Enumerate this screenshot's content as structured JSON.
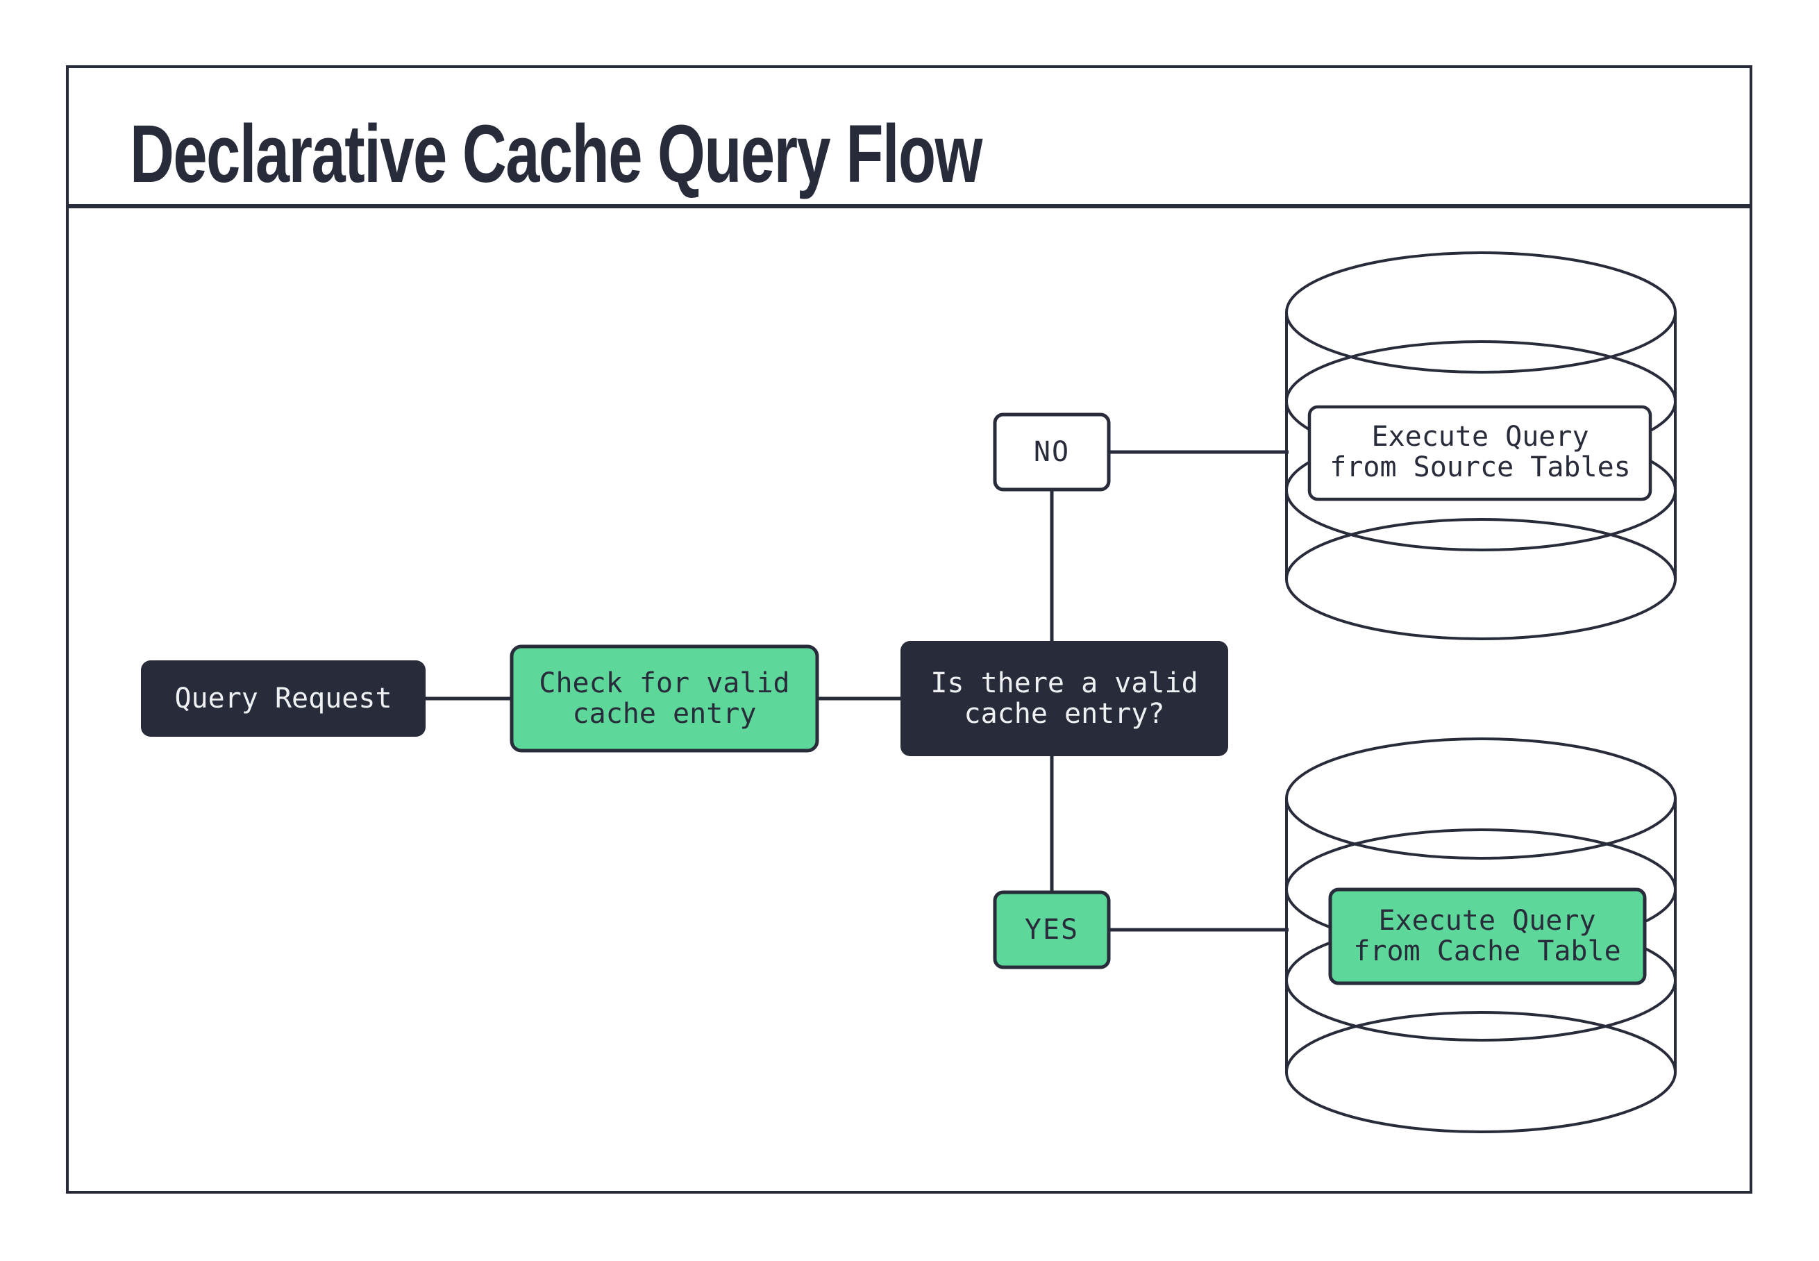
{
  "title": "Declarative Cache Query Flow",
  "colors": {
    "background": "#ffffff",
    "ink": "#272b3a",
    "node_green": "#5ed79a",
    "text_light": "#eef0f2"
  },
  "nodes": {
    "query_request": {
      "label": "Query Request"
    },
    "check_cache": {
      "line1": "Check for valid",
      "line2": "cache entry"
    },
    "decision": {
      "line1": "Is there a valid",
      "line2": "cache entry?"
    },
    "no_branch": {
      "label": "NO"
    },
    "yes_branch": {
      "label": "YES"
    },
    "source_db": {
      "line1": "Execute Query",
      "line2": "from Source Tables"
    },
    "cache_db": {
      "line1": "Execute Query",
      "line2": "from Cache Table"
    }
  }
}
